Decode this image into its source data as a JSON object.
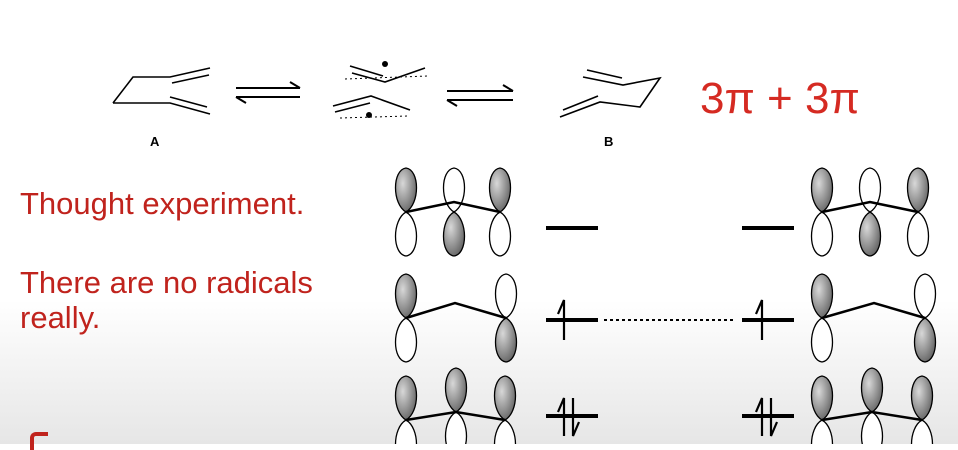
{
  "texts": {
    "thought": "Thought experiment.",
    "no_radicals_line1": "There are no radicals",
    "no_radicals_line2": "really.",
    "formula": "3π + 3π",
    "label_a": "A",
    "label_b": "B"
  },
  "colors": {
    "accent_red": "#c0231d",
    "formula_red": "#d52a22",
    "ink": "#000000",
    "lobe_fill": "#9a9a9a"
  }
}
